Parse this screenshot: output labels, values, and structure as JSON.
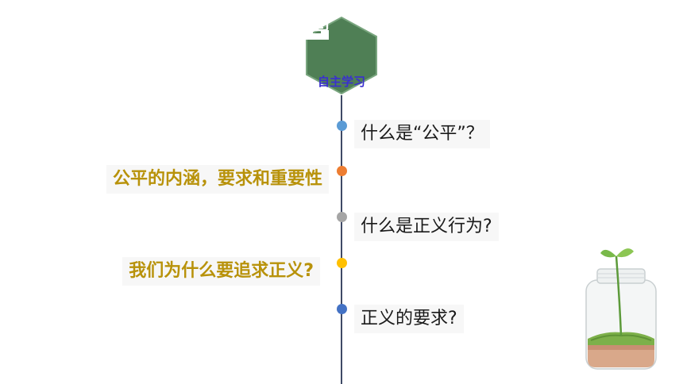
{
  "badge": {
    "label": "自主学习",
    "icon": "file-tray-icon",
    "color": "#4f7f55",
    "label_color": "#3a2fd0"
  },
  "timeline": {
    "line_color": "#3f4a66",
    "items": [
      {
        "text": "什么是“公平”？",
        "side": "right",
        "dot_color": "#5b9bd5"
      },
      {
        "text": "公平的内涵，要求和重要性",
        "side": "left",
        "dot_color": "#ed7d31"
      },
      {
        "text": "什么是正义行为?",
        "side": "right",
        "dot_color": "#a5a5a5"
      },
      {
        "text": "我们为什么要追求正义?",
        "side": "left",
        "dot_color": "#ffc000"
      },
      {
        "text": "正义的要求?",
        "side": "right",
        "dot_color": "#4472c4"
      }
    ],
    "left_text_color": "#b8920a"
  },
  "illustration": {
    "icon": "sprout-in-jar-icon"
  }
}
